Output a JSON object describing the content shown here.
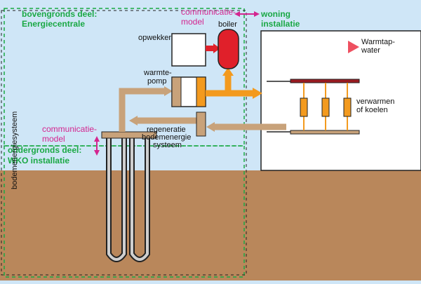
{
  "labels": {
    "above_ground_line1": "bovengronds deel:",
    "above_ground_line2": "Energiecentrale",
    "underground_line1": "ondergronds deel:",
    "underground_line2": "WKO installatie",
    "soil_system": "bodemenergiesysteem",
    "communication_top_line1": "communicatie-",
    "communication_top_line2": "model",
    "communication_left_line1": "communicatie-",
    "communication_left_line2": "model",
    "home_line1": "woning",
    "home_line2": "installatie",
    "boiler": "boiler",
    "generator": "opwekker",
    "heatpump_line1": "warmte-",
    "heatpump_line2": "pomp",
    "hot_water_line1": "Warmtap-",
    "hot_water_line2": "water",
    "heating_line1": "verwarmen",
    "heating_line2": "of koelen",
    "regen_line1": "regeneratie",
    "regen_line2": "bodemenergie",
    "regen_line3": "systeem"
  },
  "colors": {
    "sky": "#cfe6f7",
    "soil": "#b9875b",
    "pipe": "#c8a27a",
    "green_label": "#1aa844",
    "magenta_label": "#d4258f",
    "boiler_red": "#e0202a",
    "heat_orange": "#f39a1e",
    "radiator_red": "#9a1c22"
  }
}
